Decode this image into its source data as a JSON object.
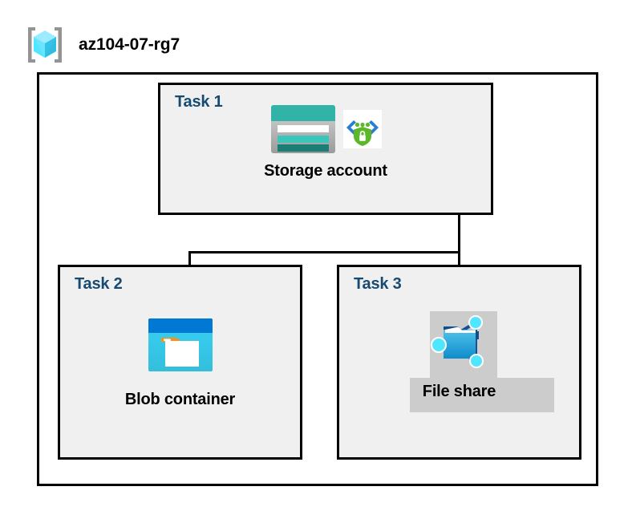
{
  "diagram": {
    "type": "azure-architecture",
    "resource_group": {
      "name": "az104-07-rg7",
      "icon": "resource-group-cube-icon"
    },
    "tasks": [
      {
        "id": "task-1",
        "label": "Task 1",
        "node_caption": "Storage account",
        "icons": [
          "storage-account-icon",
          "secure-transfer-shield-lock-icon"
        ],
        "highlighted": false
      },
      {
        "id": "task-2",
        "label": "Task 2",
        "node_caption": "Blob container",
        "icons": [
          "blob-container-icon"
        ],
        "highlighted": false
      },
      {
        "id": "task-3",
        "label": "Task 3",
        "node_caption": "File share",
        "icons": [
          "file-share-folder-icon"
        ],
        "highlighted": true
      }
    ],
    "connections": [
      {
        "from": "task-1",
        "to": "task-2"
      },
      {
        "from": "task-1",
        "to": "task-3"
      }
    ],
    "colors": {
      "task_label": "#174a73",
      "task_fill": "#f0f0f0",
      "border": "#000000",
      "caption": "#000000",
      "selection_highlight": "#cccccc",
      "storage_teal": "#32b3a8",
      "storage_teal_dark": "#1b7e75",
      "blob_blue": "#0078d4",
      "blob_cyan": "#32c5f4",
      "blob_orange": "#f7921e",
      "shield_green": "#5cb82a",
      "cube_cyan": "#50e6ff",
      "bracket_gray": "#949494"
    }
  }
}
